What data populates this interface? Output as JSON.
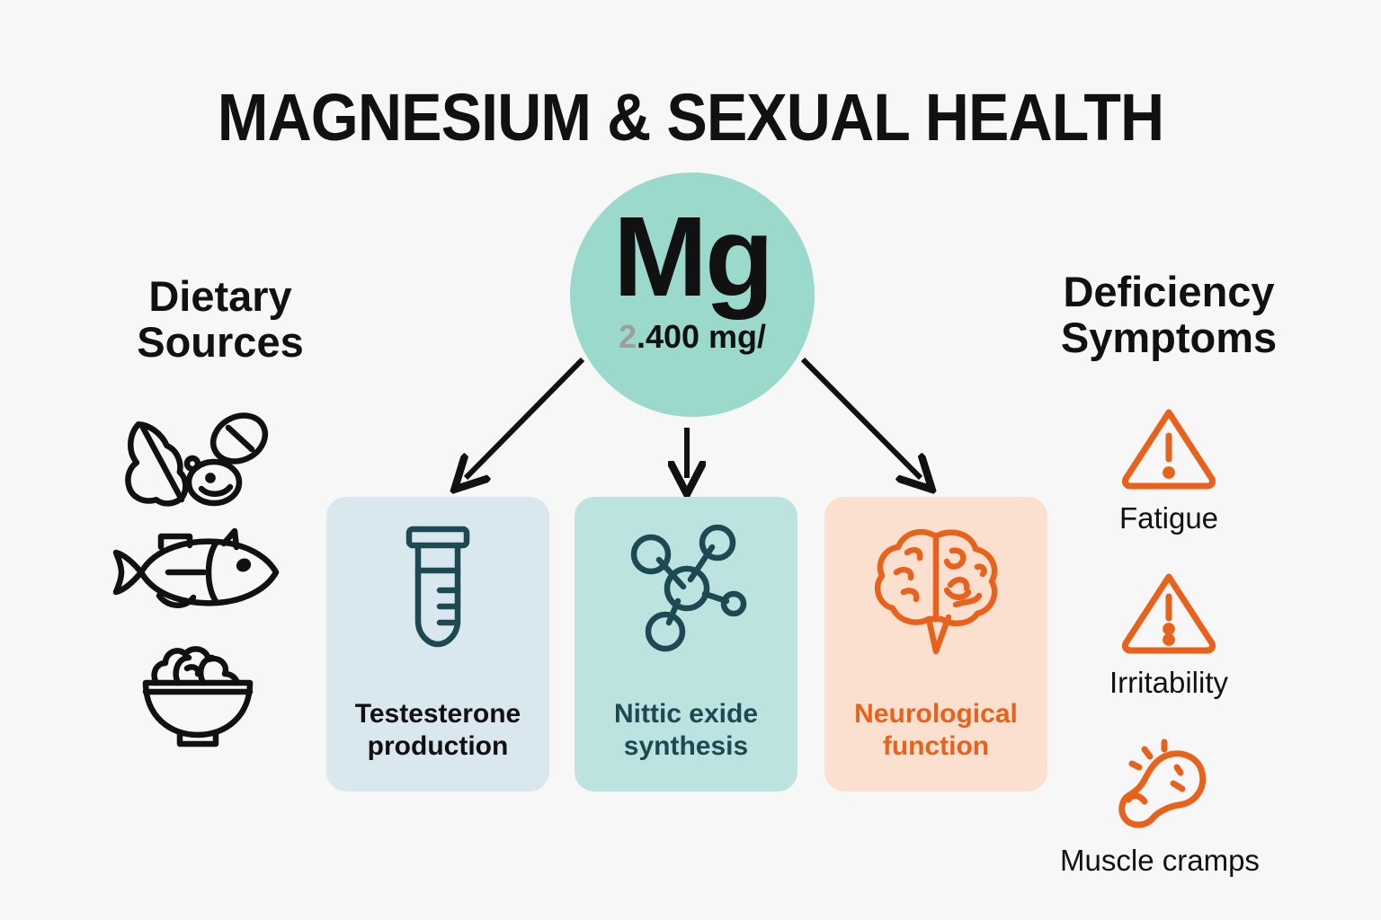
{
  "title": "MAGNESIUM & SEXUAL HEALTH",
  "colors": {
    "background": "#f7f7f7",
    "circle": "#9ad9cb",
    "card_blue": "#d9e8ef",
    "card_mint": "#bde3e0",
    "card_peach": "#fbe0d0",
    "teal_ink": "#1d4a52",
    "orange": "#e8621c",
    "ink": "#111111",
    "dim": "#9e9e9e"
  },
  "center": {
    "symbol": "Mg",
    "dose_dim": "2",
    "dose_rest": ".400 mg/",
    "dose_full": "2.400 mg/"
  },
  "left": {
    "heading_line1": "Dietary",
    "heading_line2": "Sources",
    "items": [
      {
        "icon": "leafy-greens-nuts-icon",
        "label": ""
      },
      {
        "icon": "fish-icon",
        "label": ""
      },
      {
        "icon": "grain-bowl-icon",
        "label": ""
      }
    ]
  },
  "right": {
    "heading_line1": "Deficiency",
    "heading_line2": "Symptoms",
    "items": [
      {
        "icon": "warning-triangle-icon",
        "label": "Fatigue"
      },
      {
        "icon": "warning-triangle-icon",
        "label": "Irritability"
      },
      {
        "icon": "muscle-cramp-icon",
        "label": "Muscle cramps"
      }
    ]
  },
  "cards": [
    {
      "icon": "test-tube-icon",
      "line1": "Testesterone",
      "line2": "production"
    },
    {
      "icon": "molecule-icon",
      "line1": "Nittic exide",
      "line2": "synthesis"
    },
    {
      "icon": "brain-icon",
      "line1": "Neurological",
      "line2": "function"
    }
  ]
}
